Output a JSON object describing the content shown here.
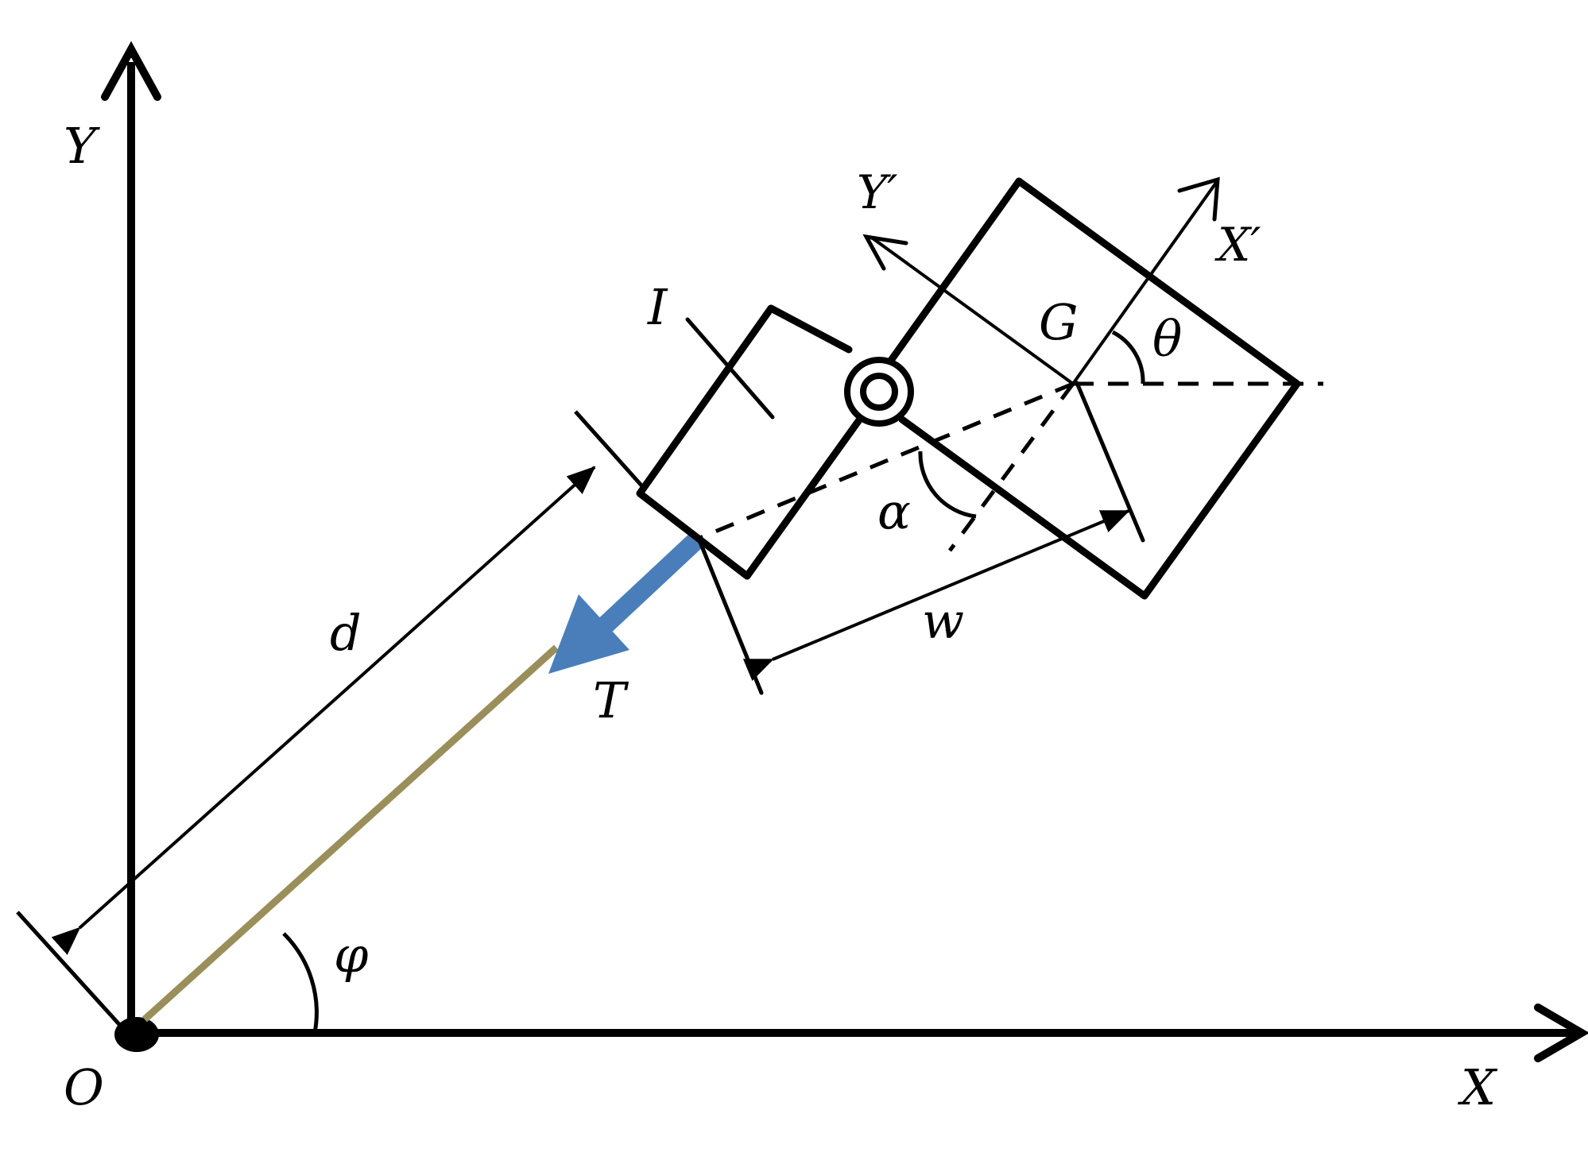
{
  "labels": {
    "axis_x": "X",
    "axis_y": "Y",
    "origin": "O",
    "body_x": "X′",
    "body_y": "Y′",
    "cg": "G",
    "theta": "θ",
    "alpha": "α",
    "phi": "φ",
    "inertia": "I",
    "distance": "d",
    "width": "w",
    "thrust": "T"
  },
  "colors": {
    "ink": "#000000",
    "thrust_arrow": "#4a7ebb",
    "tether": "#9a8f5a"
  }
}
